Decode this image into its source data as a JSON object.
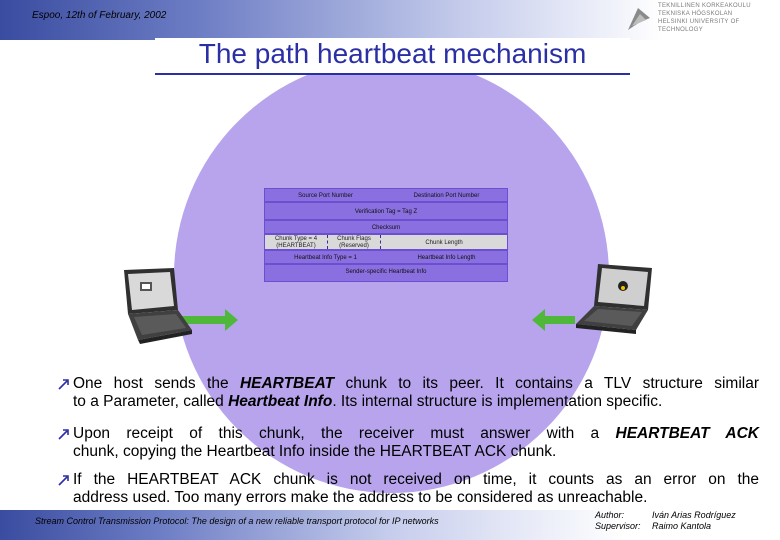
{
  "header": {
    "date": "Espoo, 12th of February, 2002",
    "logo_lines": [
      "TEKNILLINEN KORKEAKOULU",
      "TEKNISKA HÖGSKOLAN",
      "HELSINKI UNIVERSITY OF TECHNOLOGY"
    ]
  },
  "title": "The path heartbeat mechanism",
  "packet": {
    "row1": [
      "Source Port Number",
      "Destination Port Number"
    ],
    "row2": "Verification Tag = Tag Z",
    "row3": "Checksum",
    "row4": [
      "Chunk Type = 4 (HEARTBEAT)",
      "Chunk Flags (Reserved)",
      "Chunk Length"
    ],
    "row5": [
      "Heartbeat Info Type = 1",
      "Heartbeat Info Length"
    ],
    "row6": "Sender-specific Heartbeat Info"
  },
  "bullets": [
    {
      "line1_pre": "One host sends the ",
      "line1_em": "HEARTBEAT",
      "line1_post": " chunk to its peer. It contains a TLV structure similar",
      "line2_pre": "to a Parameter, called ",
      "line2_em": "Heartbeat Info",
      "line2_post": ". Its internal structure is implementation specific."
    },
    {
      "line1_pre": "Upon receipt of this chunk, the receiver must answer with a ",
      "line1_em": "HEARTBEAT ACK",
      "line2": "chunk, copying the Heartbeat Info inside the HEARTBEAT ACK chunk."
    },
    {
      "line1": "If the HEARTBEAT ACK chunk is not received on time, it counts as an error on the",
      "line2": "address used. Too many errors make the address to be considered as unreachable."
    }
  ],
  "footer": {
    "left": "Stream Control Transmission Protocol: The design of a new reliable transport protocol for IP networks",
    "author_label": "Author:",
    "author_name": "Iván Arias Rodríguez",
    "supervisor_label": "Supervisor:",
    "supervisor_name": "Raimo Kantola"
  },
  "colors": {
    "title": "#2a2fa6",
    "circle": "#b7a4ed",
    "packet": "#8a6fe0",
    "arrow": "#4fb83a"
  },
  "icons": [
    "laptop-left-icon",
    "laptop-right-icon",
    "university-logo-icon",
    "bullet-arrow-icon"
  ]
}
